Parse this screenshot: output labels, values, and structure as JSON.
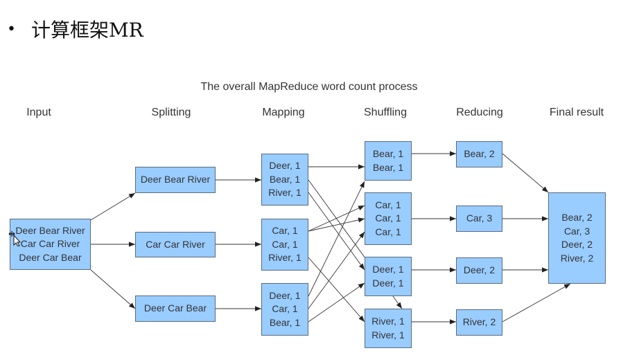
{
  "heading": {
    "bullet": "•",
    "text": "计算框架MR"
  },
  "diagram": {
    "title": "The overall MapReduce word count process",
    "stages": [
      "Input",
      "Splitting",
      "Mapping",
      "Shuffling",
      "Reducing",
      "Final result"
    ],
    "input": [
      "Deer Bear River",
      "Car Car River",
      "Deer Car Bear"
    ],
    "splitting": [
      "Deer Bear River",
      "Car Car River",
      "Deer Car Bear"
    ],
    "mapping": [
      [
        "Deer, 1",
        "Bear, 1",
        "River, 1"
      ],
      [
        "Car, 1",
        "Car, 1",
        "River, 1"
      ],
      [
        "Deer, 1",
        "Car, 1",
        "Bear, 1"
      ]
    ],
    "shuffling": [
      [
        "Bear, 1",
        "Bear, 1"
      ],
      [
        "Car, 1",
        "Car, 1",
        "Car, 1"
      ],
      [
        "Deer, 1",
        "Deer, 1"
      ],
      [
        "River, 1",
        "River, 1"
      ]
    ],
    "reducing": [
      "Bear, 2",
      "Car, 3",
      "Deer, 2",
      "River, 2"
    ],
    "final": [
      "Bear, 2",
      "Car, 3",
      "Deer, 2",
      "River, 2"
    ],
    "colors": {
      "box_fill": "#99ccff",
      "box_border": "#5a6a7a",
      "arrow": "#222222"
    }
  }
}
